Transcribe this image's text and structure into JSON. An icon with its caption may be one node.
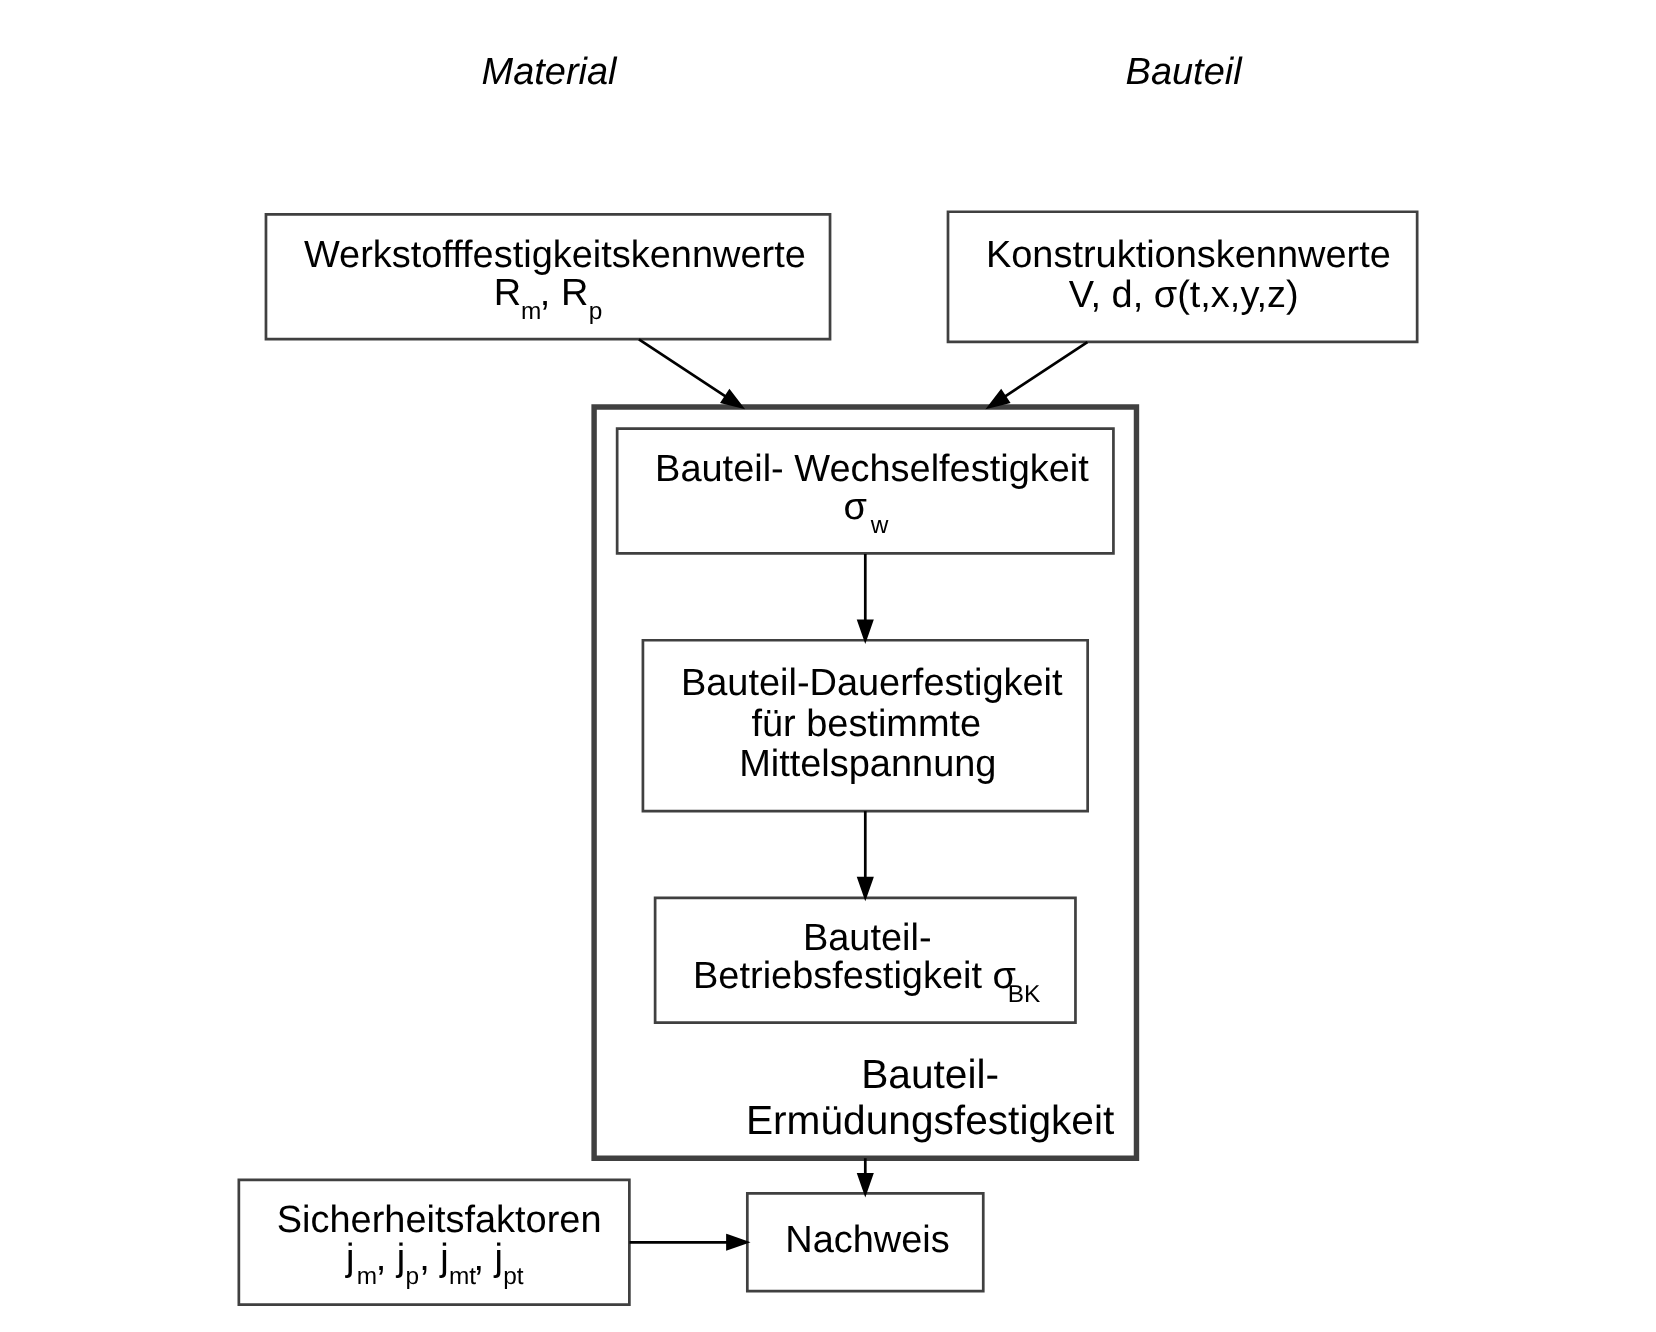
{
  "diagram": {
    "nodes": [
      {
        "text": [
          "Konstruktionskennwerte",
          "V, d, σ(t,x,y,z)"
        ]
      },
      {
        "text": [
          "Werkstofffestigkeitskennwerte",
          "R$_{m}$, R$_{p}$"
        ]
      },
      {
        "text": [
          "Bauteil- Ermüdungsfestigkeit"
        ]
      },
      {
        "text": [
          "Bauteil- Wechselfestigkeit σ$_{w}$"
        ],
        "in": 2
      },
      {
        "text": [
          "Bauteil-Dauerfestigkeit für bestimmte Mittelspannung"
        ],
        "in": 2
      },
      {
        "text": [
          "Bauteil- Betriebsfestigkeit σ$_{BK}$"
        ],
        "in": 2
      },
      {
        "text": [
          "Sicherheitsfaktoren",
          "j$_{m}$, j$_{p}$, j$_{mt}$, j$_{pt}$"
        ]
      },
      {
        "text": [
          "Nachweis"
        ]
      }
    ],
    "edges": [
      {
        "from": 0,
        "to": 2,
        "arrow": "to"
      },
      {
        "from": 1,
        "to": 2,
        "arrow": "to"
      },
      {
        "from": 3,
        "to": 4,
        "arrow": "to"
      },
      {
        "from": 4,
        "to": 5,
        "arrow": "to"
      },
      {
        "from": 2,
        "to": 7,
        "arrow": "to"
      },
      {
        "from": 6,
        "to": 7,
        "arrow": "to"
      }
    ],
    "labels": [
      "Bauteil",
      "Material"
    ]
  }
}
